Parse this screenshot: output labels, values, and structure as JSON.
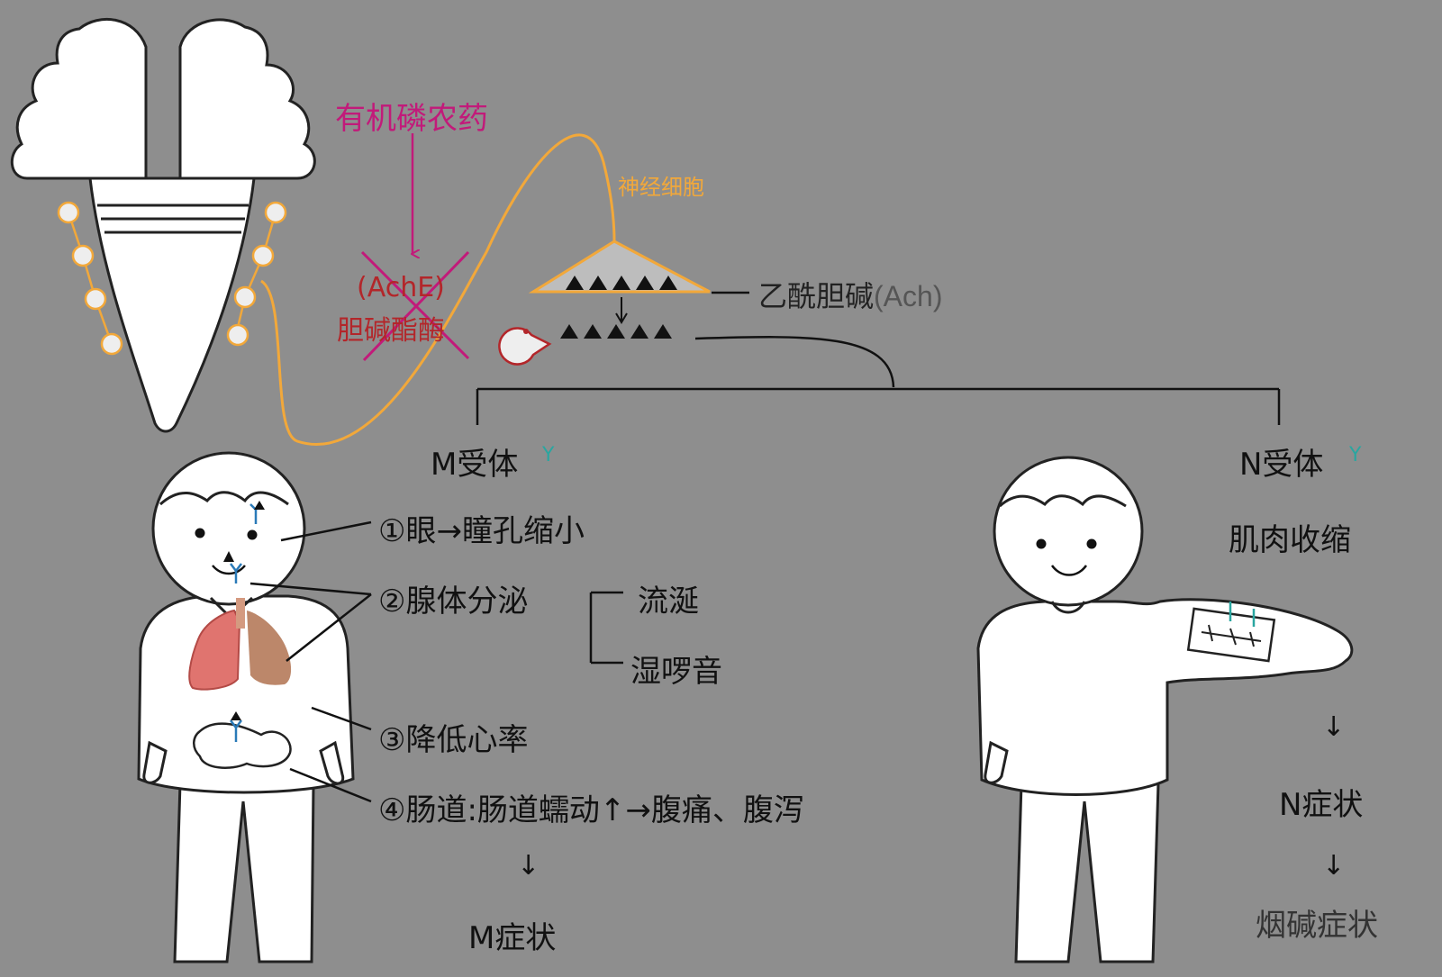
{
  "brain": {
    "pesticide": "有机磷农药"
  },
  "neuron": {
    "label": "神经细胞"
  },
  "enzyme": {
    "abbr": "(AchE)",
    "name": "胆碱酯酶"
  },
  "transmitter": {
    "name": "乙酰胆碱",
    "abbr": "(Ach)"
  },
  "m_branch": {
    "receptor": "M受体",
    "items": [
      "①眼→瞳孔缩小",
      "②腺体分泌",
      "③降低心率",
      "④肠道:肠道蠕动↑→腹痛、腹泻"
    ],
    "secretion_effects": [
      "流涎",
      "湿啰音"
    ],
    "arrow": "↓",
    "result": "M症状"
  },
  "n_branch": {
    "receptor": "N受体",
    "effect": "肌肉收缩",
    "arrow": "↓",
    "symptom": "N症状",
    "result": "烟碱症状"
  },
  "colors": {
    "background": "#8e8e8e",
    "pesticide": "#c21a7a",
    "neuron": "#f2a83a",
    "enzyme": "#b3262a",
    "receptor": "#2aa6a0",
    "figure_fill": "#ffffff"
  }
}
